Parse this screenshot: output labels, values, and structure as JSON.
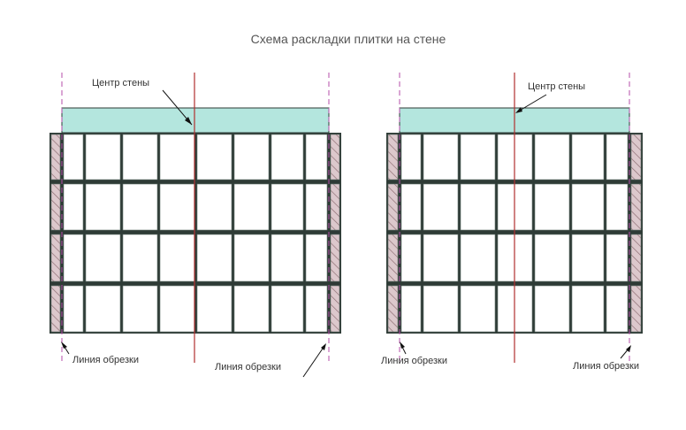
{
  "title": "Схема раскладки плитки на стене",
  "diagrams": [
    {
      "center_label": "Центр стены",
      "cut_left_label": "Линия обрезки",
      "cut_right_label": "Линия обрезки"
    },
    {
      "center_label": "Центр стены",
      "cut_left_label": "Линия обрезки",
      "cut_right_label": "Линия обрезки"
    }
  ],
  "colors": {
    "tile_grout": "#2e3b36",
    "tile_fill": "#ffffff",
    "wall_band": "#b4e6de",
    "center_line": "#b03030",
    "cut_line": "#b44ca8",
    "cut_hatch_fill": "#dcc8cc",
    "cut_hatch_stroke": "#8a6a70",
    "arrow": "#111111"
  }
}
